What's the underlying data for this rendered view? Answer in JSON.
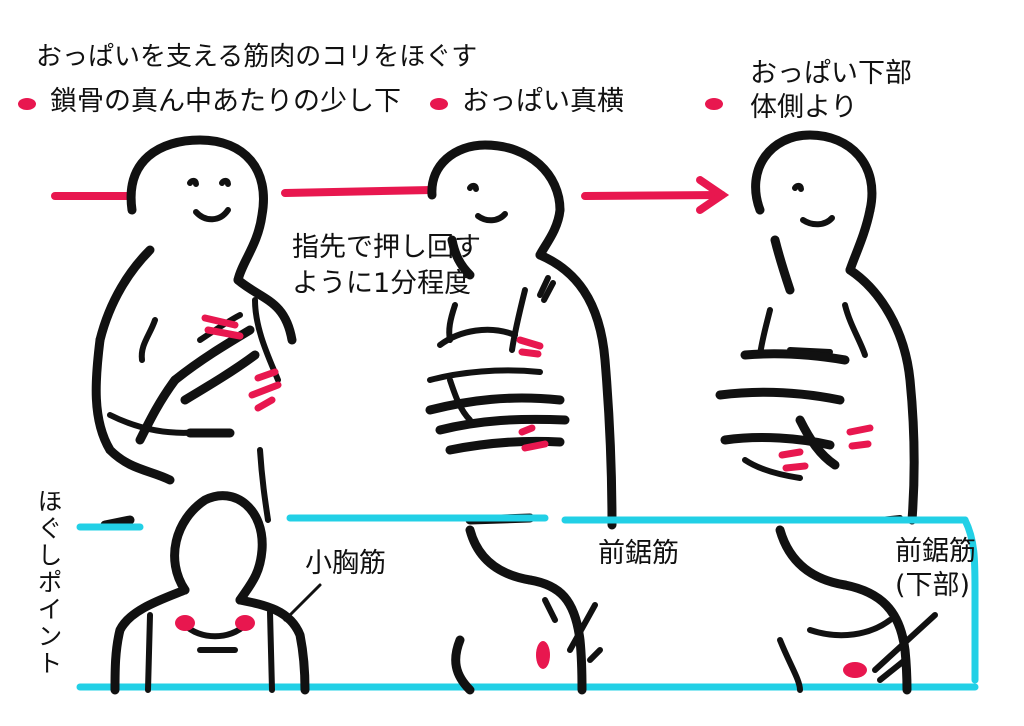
{
  "title": "おっぱいを支える筋肉のコリをほぐす",
  "steps": [
    {
      "label": "鎖骨の真ん中あたりの少し下"
    },
    {
      "label": "おっぱい真横"
    },
    {
      "label": "おっぱい下部",
      "label2": "体側より"
    }
  ],
  "instruction": "指先で押し回すように1分程度",
  "points_heading": "ほぐしポイント",
  "muscles": [
    {
      "label": "小胸筋"
    },
    {
      "label": "前鋸筋"
    },
    {
      "label": "前鋸筋",
      "label2": "(下部)"
    }
  ],
  "colors": {
    "accent_pink": "#e8174f",
    "frame_cyan": "#22d0e6",
    "ink": "#111111"
  }
}
